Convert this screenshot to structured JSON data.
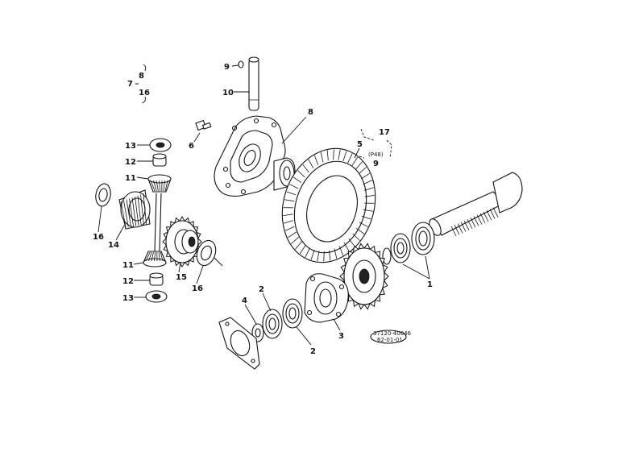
{
  "diagram": {
    "ref_code": "37120-40046",
    "ref_code_2": "62-01-01",
    "labels": {
      "p1": "1",
      "p2a": "2",
      "p2b": "2",
      "p3": "3",
      "p4": "4",
      "p5": "5",
      "p6": "6",
      "p7": "7",
      "p8": "8",
      "p8b": "8",
      "p9": "9",
      "p9b": "9",
      "p10": "10",
      "p11a": "11",
      "p11b": "11",
      "p12a": "12",
      "p12b": "12",
      "p13a": "13",
      "p13b": "13",
      "p14": "14",
      "p15": "15",
      "p16a": "16",
      "p16b": "16",
      "p16c": "16",
      "p17": "17",
      "p48": "(P48)"
    }
  }
}
